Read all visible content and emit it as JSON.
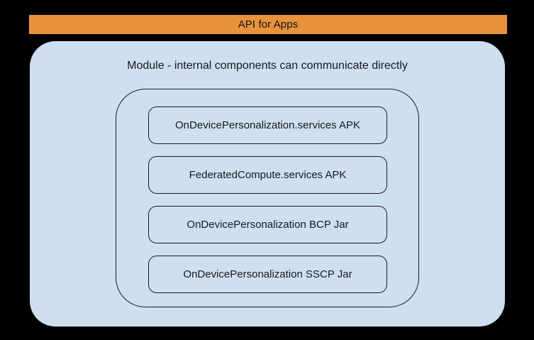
{
  "banner": {
    "label": "API for Apps",
    "background_color": "#e8933c",
    "text_color": "#111111"
  },
  "module": {
    "caption": "Module - internal components can communicate directly",
    "background_color": "#cfdff2",
    "border_color": "#1b1b1b"
  },
  "components": [
    {
      "label": "OnDevicePersonalization.services APK"
    },
    {
      "label": "FederatedCompute.services APK"
    },
    {
      "label": "OnDevicePersonalization BCP Jar"
    },
    {
      "label": "OnDevicePersonalization SSCP Jar"
    }
  ],
  "canvas": {
    "background_color": "#000000"
  }
}
